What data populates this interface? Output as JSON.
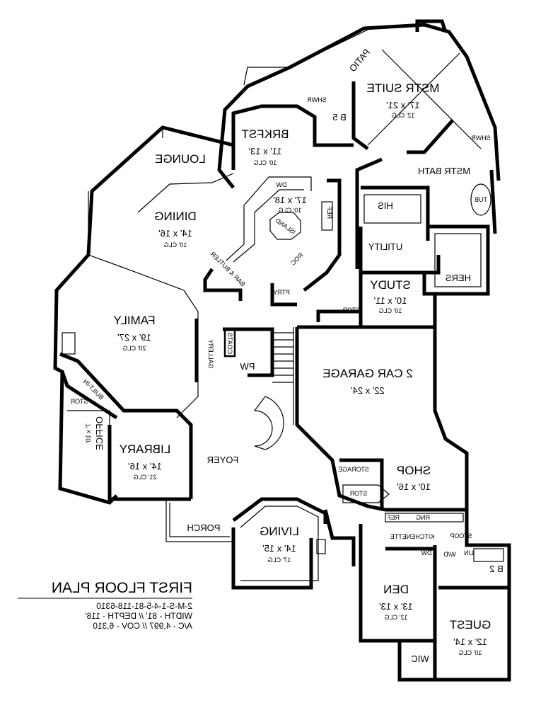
{
  "title": {
    "heading": "FIRST FLOOR PLAN",
    "line1": "2-M-S-1-4-5-81-118-6310",
    "line2": "WIDTH - 81' // DEPTH - 118'",
    "line3": "A/C - 4,997 // COV - 6,310"
  },
  "rooms": [
    {
      "id": "lounge",
      "name": "LOUNGE"
    },
    {
      "id": "brkfst",
      "name": "BRKFST",
      "dims": "11' x 13'",
      "clg": "10' CLG"
    },
    {
      "id": "kitchen",
      "dims": "17' x 18'",
      "clg": "10' CLG"
    },
    {
      "id": "dining",
      "name": "DINING",
      "dims": "14' x 16'",
      "clg": "10' CLG"
    },
    {
      "id": "mstr-suite",
      "name": "MSTR SUITE",
      "dims": "17' x 21'",
      "clg": "12' CLG"
    },
    {
      "id": "family",
      "name": "FAMILY",
      "dims": "19' x 27'",
      "clg": "20' CLG"
    },
    {
      "id": "study",
      "name": "STUDY",
      "dims": "10' x 11'",
      "clg": "10' CLG"
    },
    {
      "id": "garage",
      "name": "2 CAR GARAGE",
      "dims": "22' x 24'"
    },
    {
      "id": "library",
      "name": "LIBRARY",
      "dims": "14' x 16'",
      "clg": "21' CLG"
    },
    {
      "id": "shop",
      "name": "SHOP",
      "dims": "10' x 16'"
    },
    {
      "id": "living",
      "name": "LIVING",
      "dims": "14' x 15'",
      "clg": "17' CLG"
    },
    {
      "id": "den",
      "name": "DEN",
      "dims": "13' x 13'",
      "clg": "12' CLG"
    },
    {
      "id": "guest",
      "name": "GUEST",
      "dims": "12' x 14'",
      "clg": "10' CLG"
    },
    {
      "id": "office",
      "name": "OFFICE",
      "dims": "7' x 10'"
    }
  ],
  "labels": {
    "patio": "PATIO",
    "shwr": "SHWR",
    "b5": "B 5",
    "mstr_bath": "MSTR BATH",
    "his": "HIS",
    "tub": "TUB",
    "utility": "UTILITY",
    "hers": "HERS",
    "stor": "STOR",
    "gallery": "GALLERY",
    "coats": "COATS",
    "pw": "PW",
    "built_in": "BUILT-IN",
    "foyer": "FOYER",
    "storage": "STORAGE",
    "porch": "PORCH",
    "ref": "REF",
    "rng": "RNG",
    "kitchenette": "KITCHENETTE",
    "stoop": "STOOP",
    "dw": "DW",
    "wd": "W/D",
    "lin": "LIN",
    "b2": "B 2",
    "wic": "WIC",
    "island": "ISLAND",
    "roc": "ROC",
    "ptry": "PTRY",
    "bar_butler": "BAR & BUTLER"
  }
}
